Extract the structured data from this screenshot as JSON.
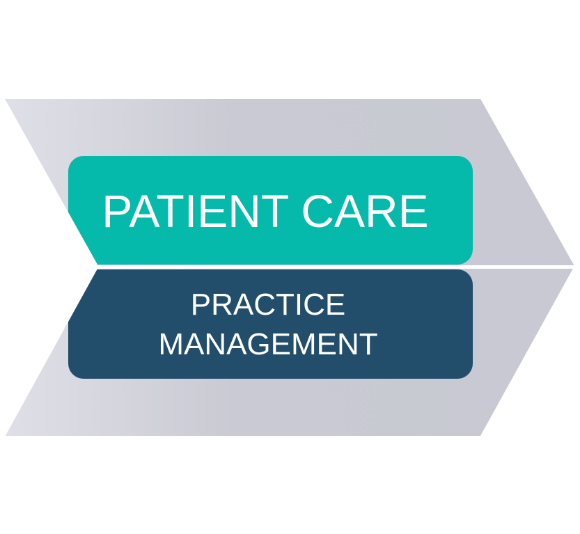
{
  "colors": {
    "chevron_light": "#dfe0e7",
    "chevron_dark": "#c8c9d2",
    "patient_care": "#05b9ab",
    "practice_management": "#224e6b",
    "text": "#ffffff"
  },
  "blocks": {
    "patient_care": {
      "label": "PATIENT CARE"
    },
    "practice_management": {
      "line1": "PRACTICE",
      "line2": "MANAGEMENT"
    }
  }
}
